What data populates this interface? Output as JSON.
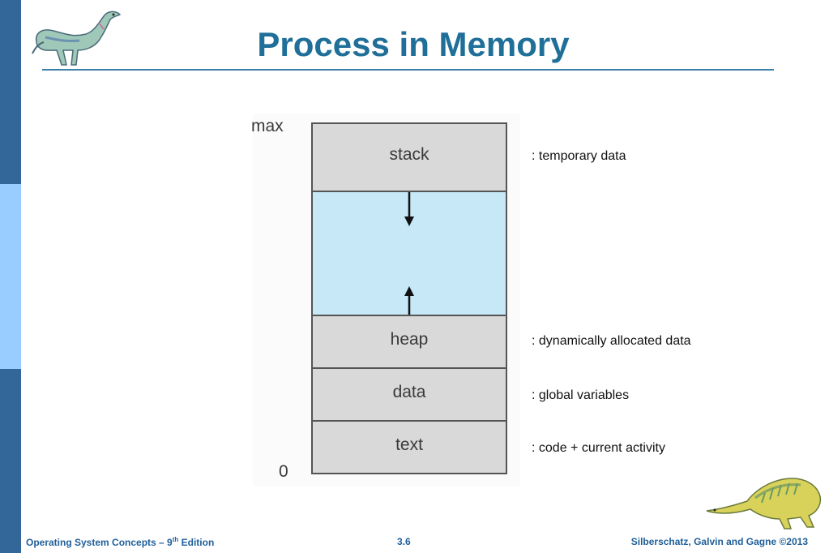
{
  "slide": {
    "title": "Process in Memory"
  },
  "diagram": {
    "axis_top": "max",
    "axis_bottom": "0",
    "segments": {
      "stack": {
        "label": "stack",
        "description": ": temporary data"
      },
      "heap": {
        "label": "heap",
        "description": ": dynamically allocated data"
      },
      "data": {
        "label": "data",
        "description": ": global variables"
      },
      "text": {
        "label": "text",
        "description": ": code + current activity"
      }
    }
  },
  "footer": {
    "left_prefix": "Operating System Concepts – 9",
    "left_sup": "th",
    "left_suffix": " Edition",
    "center": "3.6",
    "right": "Silberschatz, Galvin and Gagne ©2013"
  },
  "colors": {
    "sidebar_dark": "#336699",
    "sidebar_light": "#99ccff",
    "title": "#1f6f99",
    "segment_fill": "#d9d9d9",
    "free_space_fill": "#c6e8f7"
  }
}
